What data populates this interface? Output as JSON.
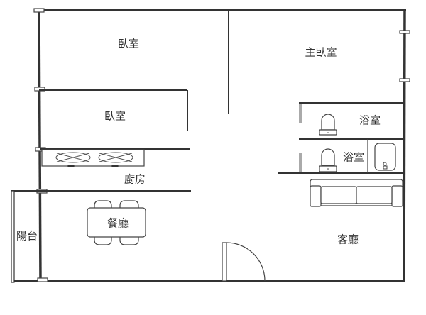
{
  "rooms": {
    "bedroom_1": "臥室",
    "master_bedroom": "主臥室",
    "bedroom_2": "臥室",
    "bathroom_1": "浴室",
    "bathroom_2": "浴室",
    "kitchen": "廚房",
    "dining_room": "餐廳",
    "balcony": "陽台",
    "living_room": "客廳"
  },
  "colors": {
    "wall": "#333333",
    "partition": "#aaaaaa"
  }
}
